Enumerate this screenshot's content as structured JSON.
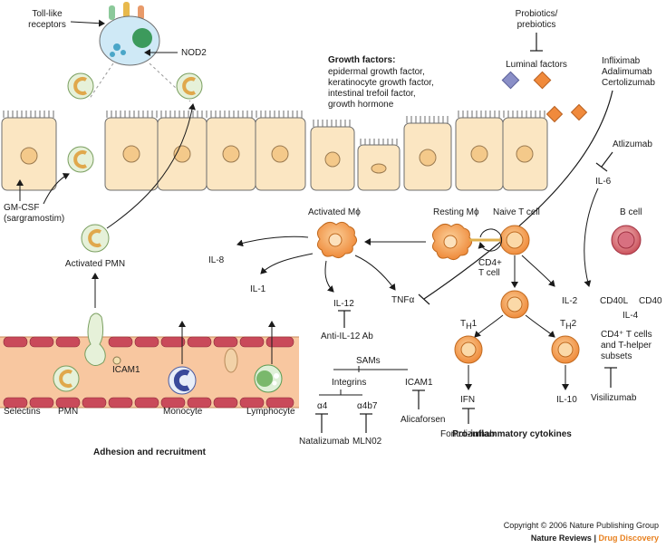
{
  "labels": {
    "toll_like": [
      "Toll-like",
      "receptors"
    ],
    "nod2": "NOD2",
    "probiotics": [
      "Probiotics/",
      "prebiotics"
    ],
    "luminal_factors": "Luminal factors",
    "anti_tnf": [
      "Infliximab",
      "Adalimumab",
      "Certolizumab"
    ],
    "growth_factors_title": "Growth factors:",
    "growth_factors_items": [
      "epidermal growth factor,",
      "keratinocyte growth factor,",
      "intestinal trefoil factor,",
      "growth hormone"
    ],
    "atlizumab": "Atlizumab",
    "il6": "IL-6",
    "gmcsf": [
      "GM-CSF",
      "(sargramostim)"
    ],
    "activated_pmn": "Activated PMN",
    "activated_mphi": "Activated Mϕ",
    "resting_mphi": "Resting Mϕ",
    "naive_t": "Naive T cell",
    "cd4_t": [
      "CD4+",
      "T cell"
    ],
    "b_cell": "B cell",
    "il8": "IL-8",
    "il1": "IL-1",
    "il12": "IL-12",
    "anti_il12": "Anti-IL-12 Ab",
    "tnfa": "TNFα",
    "il2": "IL-2",
    "cd40l": "CD40L",
    "cd40": "CD40",
    "il4": "IL-4",
    "th": "T",
    "th_sub": "H",
    "th1_num": "1",
    "th2_num": "2",
    "ifn": "IFN",
    "il10": "IL-10",
    "cd4_subsets": [
      "CD4⁺ T cells",
      "and T-helper",
      "subsets"
    ],
    "visilizumab": "Visilizumab",
    "fontolizumab": "Fontolizumab",
    "pro_inflam": "Pro-inflammatory cytokines",
    "sams": "SAMs",
    "integrins": "Integrins",
    "icam1_sam": "ICAM1",
    "a4": "α4",
    "a4b7": "α4b7",
    "natalizumab": "Natalizumab",
    "mln02": "MLN02",
    "alicaforsen": "Alicaforsen",
    "icam1_vessel": "ICAM1",
    "selectins": "Selectins",
    "pmn": "PMN",
    "monocyte": "Monocyte",
    "lymphocyte": "Lymphocyte",
    "adhesion": "Adhesion and recruitment"
  },
  "footer": {
    "copyright": "Copyright © 2006 Nature Publishing Group",
    "journal": "Nature Reviews",
    "sep": " | ",
    "section": "Drug Discovery"
  },
  "colors": {
    "cell_fill": "#fbe6c2",
    "cell_stroke": "#6e6e6e",
    "nucleus": "#f4c98a",
    "orange": "#f08a3c",
    "orange_light": "#f7b06a",
    "vessel": "#f8c7a0",
    "rbc": "#c94a5a",
    "diamond_blue": "#8a8fc7",
    "brand_orange": "#e8801e"
  }
}
